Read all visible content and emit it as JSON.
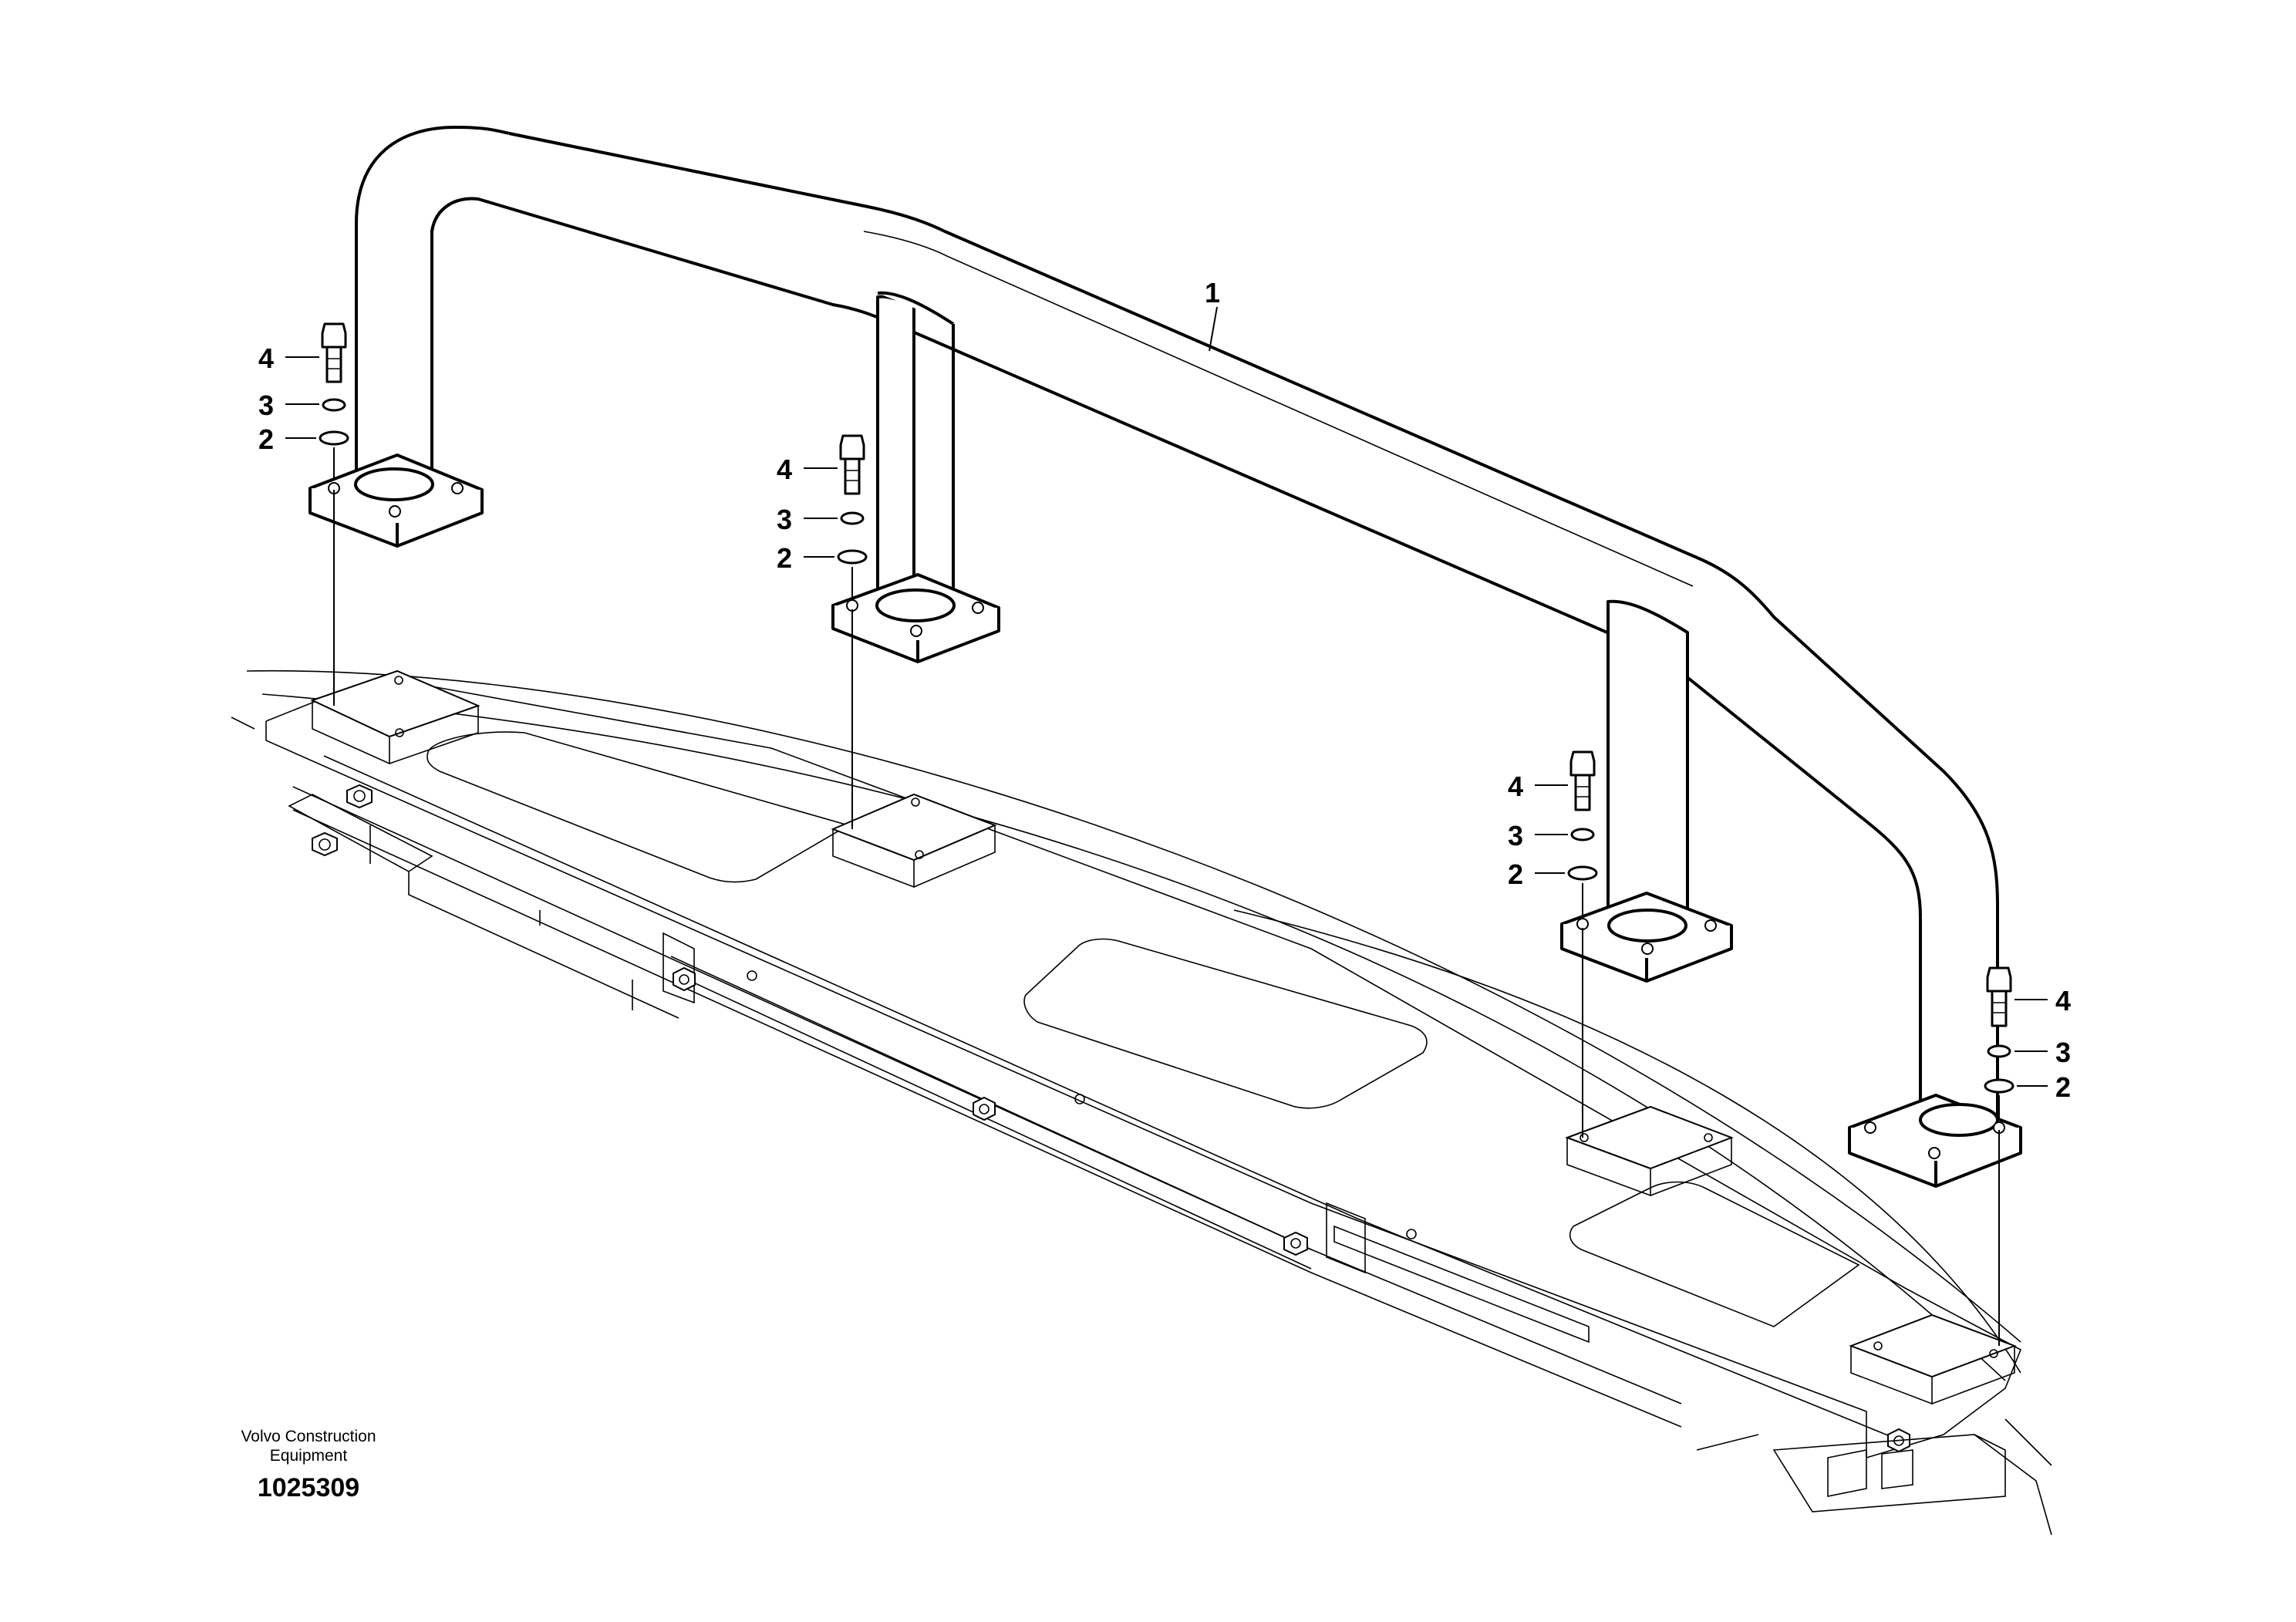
{
  "caption": {
    "maker_line1": "Volvo Construction",
    "maker_line2": "Equipment",
    "illustration_number": "1025309"
  },
  "callouts": {
    "rail": "1",
    "post1": {
      "bolt": "4",
      "lock_washer": "3",
      "washer": "2"
    },
    "post2": {
      "bolt": "4",
      "lock_washer": "3",
      "washer": "2"
    },
    "post3": {
      "bolt": "4",
      "lock_washer": "3",
      "washer": "2"
    },
    "post4": {
      "bolt": "4",
      "lock_washer": "3",
      "washer": "2"
    }
  },
  "parts": [
    "handrail",
    "lock-washer",
    "washer",
    "bolt"
  ]
}
